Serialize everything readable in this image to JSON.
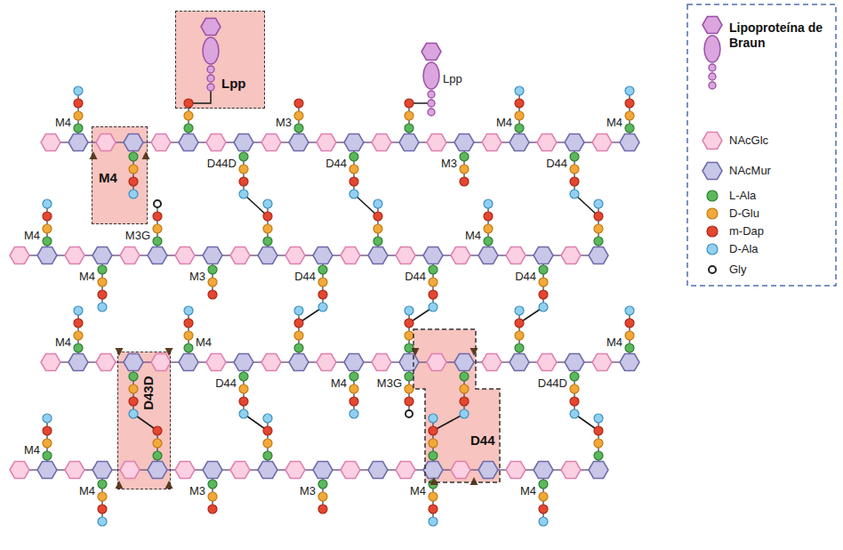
{
  "diagram": {
    "nodes": [
      {
        "text": [
          "Lpp"
        ]
      },
      {
        "text": [
          "M4"
        ]
      },
      {
        "text": [
          "D43D"
        ]
      },
      {
        "text": [
          "D44"
        ]
      }
    ],
    "labels": [
      "M4",
      "M3",
      "Lpp",
      "M4",
      "M4",
      "D44D",
      "D44",
      "M3",
      "D44",
      "M4",
      "M3G",
      "M4",
      "M4",
      "M3",
      "D44",
      "D44",
      "D44",
      "M4",
      "M4",
      "M4",
      "D44",
      "M4",
      "M3G",
      "D44D",
      "M4",
      "M4",
      "M3",
      "M3",
      "M4",
      "M4"
    ],
    "legend": [
      {
        "text": "Lipoproteína de Braun"
      },
      {
        "text": "NAcGlc",
        "color": "#fbd0e2"
      },
      {
        "text": "NAcMur",
        "color": "#c8c7e8"
      },
      {
        "text": "L-Ala",
        "color": "#5cb85c"
      },
      {
        "text": "D-Glu",
        "color": "#f2a93b"
      },
      {
        "text": "m-Dap",
        "color": "#e4472f"
      },
      {
        "text": "D-Ala",
        "color": "#92d0f0"
      },
      {
        "text": "Gly"
      }
    ]
  }
}
